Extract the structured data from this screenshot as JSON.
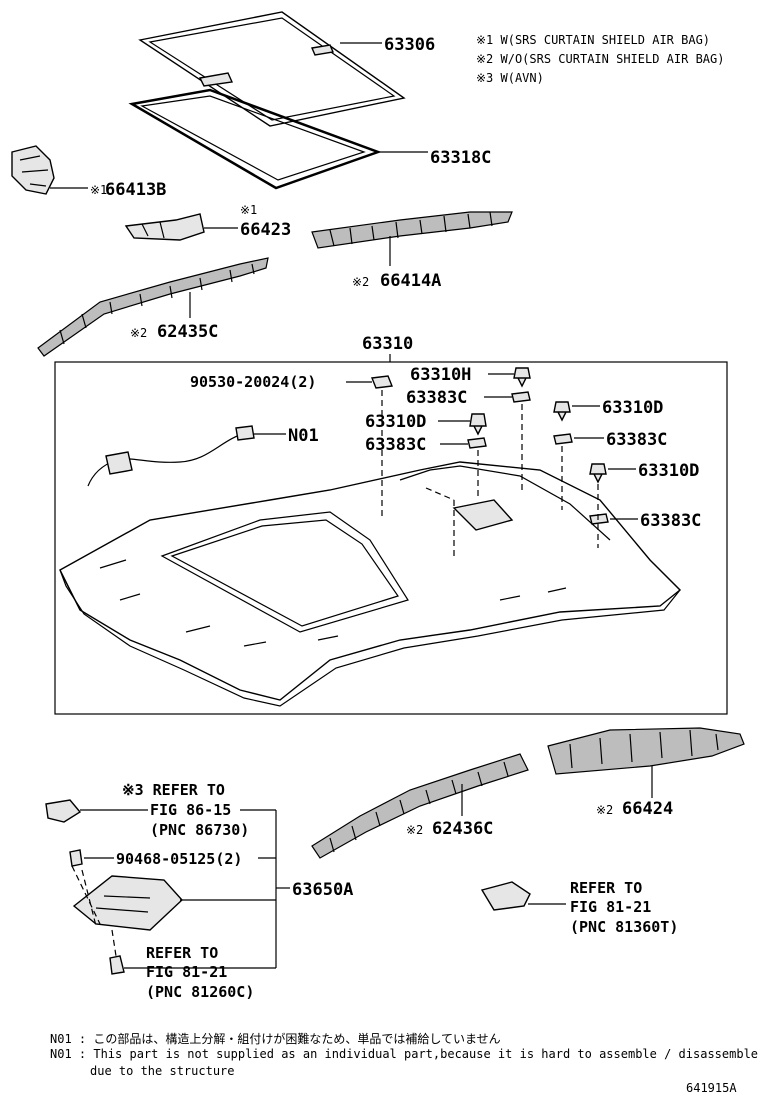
{
  "legend": [
    "※1 W(SRS CURTAIN SHIELD AIR BAG)",
    "※2 W/O(SRS CURTAIN SHIELD AIR BAG)",
    "※3 W(AVN)"
  ],
  "callouts": {
    "p63306": "63306",
    "p63318C": "63318C",
    "p66413B": "66413B",
    "p66413B_mark": "※1",
    "p66423": "66423",
    "p66423_mark": "※1",
    "p66414A": "66414A",
    "p66414A_mark": "※2",
    "p62435C": "62435C",
    "p62435C_mark": "※2",
    "p63310": "63310",
    "p90530": "90530-20024(2)",
    "p63310H": "63310H",
    "p63383C_1": "63383C",
    "p63310D_1": "63310D",
    "p63310D_2": "63310D",
    "p63383C_2": "63383C",
    "p63383C_3": "63383C",
    "p63310D_3": "63310D",
    "p63383C_4": "63383C",
    "pN01": "N01",
    "p66424": "66424",
    "p66424_mark": "※2",
    "p62436C": "62436C",
    "p62436C_mark": "※2",
    "p90468": "90468-05125(2)",
    "p63650A": "63650A"
  },
  "refs": {
    "ref1": [
      "※3 REFER TO",
      "FIG 86-15",
      "(PNC 86730)"
    ],
    "ref2": [
      "REFER TO",
      "FIG 81-21",
      "(PNC 81360T)"
    ],
    "ref3": [
      "REFER TO",
      "FIG 81-21",
      "(PNC 81260C)"
    ]
  },
  "footnotes": {
    "jp": "N01 : この部品は、構造上分解・組付けが困難なため、単品では補給していません",
    "en1": "N01 : This part is not supplied as an individual part,because it is hard to assemble / disassemble",
    "en2": "due to the structure"
  },
  "figure_id": "641915A",
  "icons": [
    "sunroof-glass-icon",
    "sunroof-seal-icon",
    "bracket-icon",
    "clip-icon",
    "headliner-icon",
    "map-lamp-icon",
    "bulb-icon",
    "wire-harness-icon"
  ]
}
